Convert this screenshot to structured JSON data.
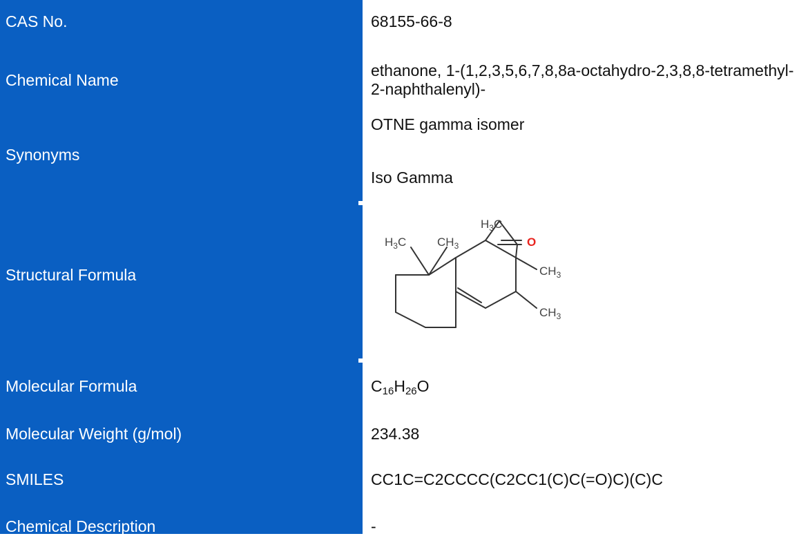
{
  "rows": {
    "cas": {
      "label": "CAS No.",
      "value": "68155-66-8"
    },
    "chemical_name": {
      "label": "Chemical Name",
      "value": "ethanone, 1-(1,2,3,5,6,7,8,8a-octahydro-2,3,8,8-tetramethyl-2-naphthalenyl)-"
    },
    "synonyms": {
      "label": "Synonyms",
      "values": [
        "OTNE gamma isomer",
        "Iso Gamma"
      ]
    },
    "structural_formula": {
      "label": "Structural Formula",
      "atoms": {
        "methyl_a": "CH",
        "methyl_a_sub": "3",
        "h3c_left": "H",
        "h3c_left_sub": "3",
        "h3c_left_c": "C",
        "oxygen": "O"
      }
    },
    "molecular_formula": {
      "label": "Molecular Formula",
      "c": "C",
      "c_count": "16",
      "h": "H",
      "h_count": "26",
      "o": "O"
    },
    "molecular_weight": {
      "label": "Molecular Weight (g/mol)",
      "value": "234.38"
    },
    "smiles": {
      "label": "SMILES",
      "value": "CC1C=C2CCCC(C2CC1(C)C(=O)C)(C)C"
    },
    "chemical_description": {
      "label": "Chemical Description",
      "value": "-"
    }
  },
  "colors": {
    "label_bg": "#0a5fc2",
    "oxygen": "#e8231e",
    "bond": "#333333"
  }
}
